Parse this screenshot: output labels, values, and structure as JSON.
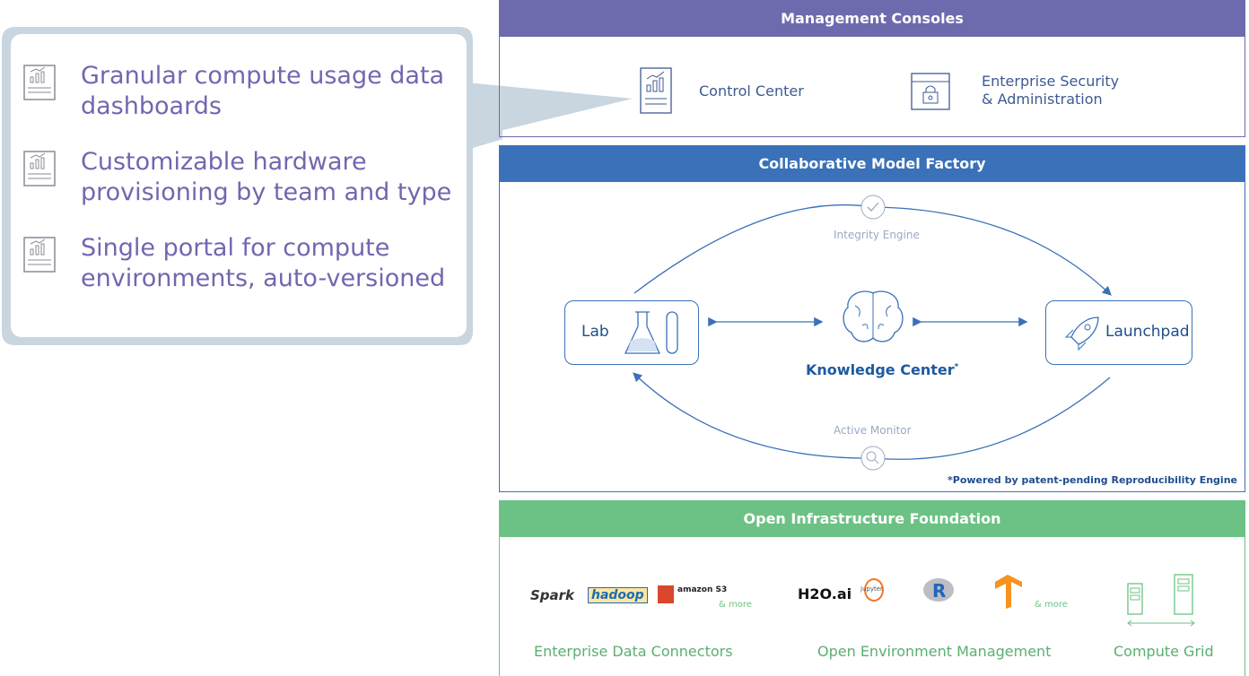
{
  "features": [
    {
      "icon": "dashboard-report-icon",
      "text": "Granular compute usage data dashboards"
    },
    {
      "icon": "dashboard-report-icon",
      "text": "Customizable hardware provisioning by team and type"
    },
    {
      "icon": "dashboard-report-icon",
      "text": "Single portal for compute environments, auto-versioned"
    }
  ],
  "management": {
    "title": "Management Consoles",
    "control_center": "Control Center",
    "security_line1": "Enterprise Security",
    "security_line2": "& Administration"
  },
  "factory": {
    "title": "Collaborative Model Factory",
    "lab": "Lab",
    "launchpad": "Launchpad",
    "knowledge_center": "Knowledge Center",
    "knowledge_mark": "*",
    "integrity_engine": "Integrity Engine",
    "active_monitor": "Active Monitor",
    "footnote": "*Powered by patent-pending Reproducibility Engine"
  },
  "infrastructure": {
    "title": "Open Infrastructure Foundation",
    "data_logos": [
      "Spark",
      "hadoop",
      "amazon S3"
    ],
    "env_logos": [
      "H2O.ai",
      "jupyter",
      "R",
      "TensorFlow"
    ],
    "more": "& more",
    "data_connectors": "Enterprise Data Connectors",
    "env_management": "Open Environment Management",
    "compute_grid": "Compute Grid"
  },
  "colors": {
    "management": "#6e6aae",
    "factory": "#3a71b8",
    "infrastructure": "#6cc284",
    "callout_border": "#c9d6e0",
    "feature_text": "#7366b0"
  }
}
